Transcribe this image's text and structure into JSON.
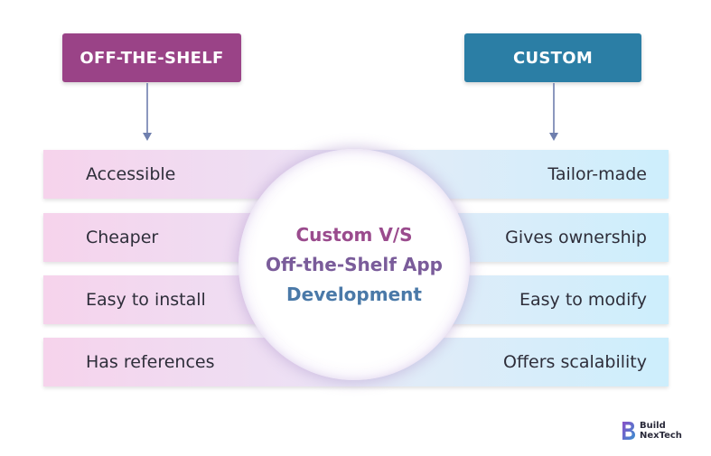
{
  "left_column": {
    "header": "OFF-THE-SHELF",
    "items": [
      "Accessible",
      "Cheaper",
      "Easy to install",
      "Has references"
    ]
  },
  "right_column": {
    "header": "CUSTOM",
    "items": [
      "Tailor-made",
      "Gives ownership",
      "Easy to modify",
      "Offers scalability"
    ]
  },
  "center": {
    "line1": "Custom V/S",
    "line2": "Off-the-Shelf App",
    "line3": "Development"
  },
  "logo": {
    "line1": "Build",
    "line2": "NexTech"
  },
  "colors": {
    "off_the_shelf": "#9a4387",
    "custom": "#2b7ea5",
    "arrow": "#6f7fae"
  }
}
